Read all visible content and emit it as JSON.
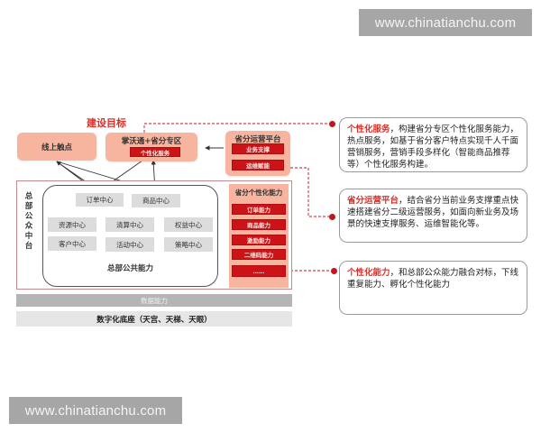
{
  "watermarks": {
    "top_right": "www.chinatianchu.com",
    "bottom_left": "www.chinatianchu.com"
  },
  "diagram": {
    "title": "建设目标",
    "top_boxes": {
      "online_touchpoint": "线上触点",
      "zhangwotong": {
        "label": "掌沃通+省分专区",
        "tag": "个性化服务"
      },
      "ops_platform": {
        "label": "省分运营平台",
        "items": [
          "业务支撑",
          "运维赋能"
        ]
      }
    },
    "middle_platform": {
      "vertical_label": [
        "总",
        "部",
        "公",
        "众",
        "中",
        "台"
      ],
      "public_capability": {
        "label": "总部公共能力",
        "row1": [
          "订单中心",
          "商品中心"
        ],
        "row2": [
          "资源中心",
          "清算中心",
          "权益中心"
        ],
        "row3": [
          "客户中心",
          "活动中心",
          "策略中心"
        ]
      },
      "province_capability": {
        "label": "省分个性化能力",
        "items": [
          "订单能力",
          "商品能力",
          "激励能力",
          "二维码能力",
          "……"
        ]
      }
    },
    "data_capability": "数据能力",
    "digital_base": "数字化底座（天宫、天梯、天眼）"
  },
  "descriptions": [
    {
      "highlight": "个性化服务",
      "text": "，构建省分专区个性化服务能力，热点服务，如基于省分客户特点实现千人千面营销服务，营销手段多样化（智能商品推荐等）个性化服务构建。"
    },
    {
      "highlight": "省分运营平台",
      "text": "，结合省分当前业务支撑重点快速搭建省分二级运营服务，如面向新业务及场景的快速支撑服务、运维智能化等。"
    },
    {
      "highlight": "个性化能力",
      "text": "，和总部公众能力融合对标，下线重复能力、孵化个性化能力"
    }
  ],
  "colors": {
    "accent_red": "#d9302a",
    "button_red": "#cc1418",
    "salmon": "#f7b49e",
    "gray_box": "#dcdcdc",
    "watermark_gray": "#a6a6a6"
  }
}
